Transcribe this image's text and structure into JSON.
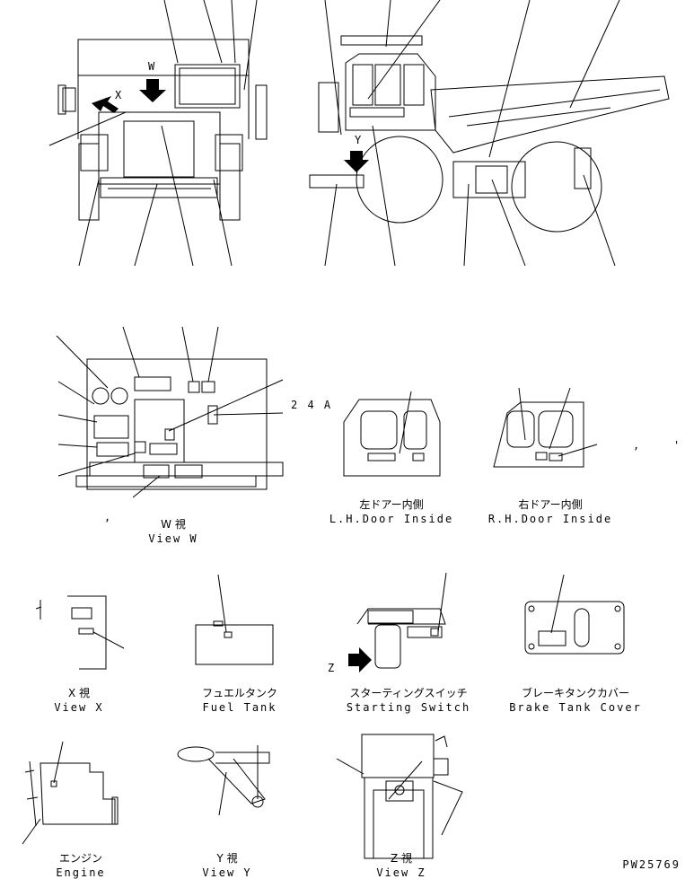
{
  "drawing": {
    "code": "PW25769"
  },
  "ref_callouts": {
    "c24a": "2 4 A",
    "view_x_letter": "X",
    "view_w_letter": "W",
    "view_y_letter": "Y",
    "view_z_letter": "Z"
  },
  "views": {
    "lh_door": {
      "jp": "左ドアー内側",
      "en": "L.H.Door Inside"
    },
    "rh_door": {
      "jp": "右ドアー内側",
      "en": "R.H.Door Inside"
    },
    "view_w": {
      "jp": "W 視",
      "en": "View W"
    },
    "view_x": {
      "jp": "X 視",
      "en": "View X"
    },
    "fuel_tank": {
      "jp": "フュエルタンク",
      "en": "Fuel Tank"
    },
    "starting_switch": {
      "jp": "スターティングスイッチ",
      "en": "Starting Switch"
    },
    "brake_tank_cover": {
      "jp": "ブレーキタンクカバー",
      "en": "Brake Tank Cover"
    },
    "engine": {
      "jp": "エンジン",
      "en": "Engine"
    },
    "view_y": {
      "jp": "Y 視",
      "en": "View Y"
    },
    "view_z": {
      "jp": "Z 視",
      "en": "View Z"
    }
  }
}
